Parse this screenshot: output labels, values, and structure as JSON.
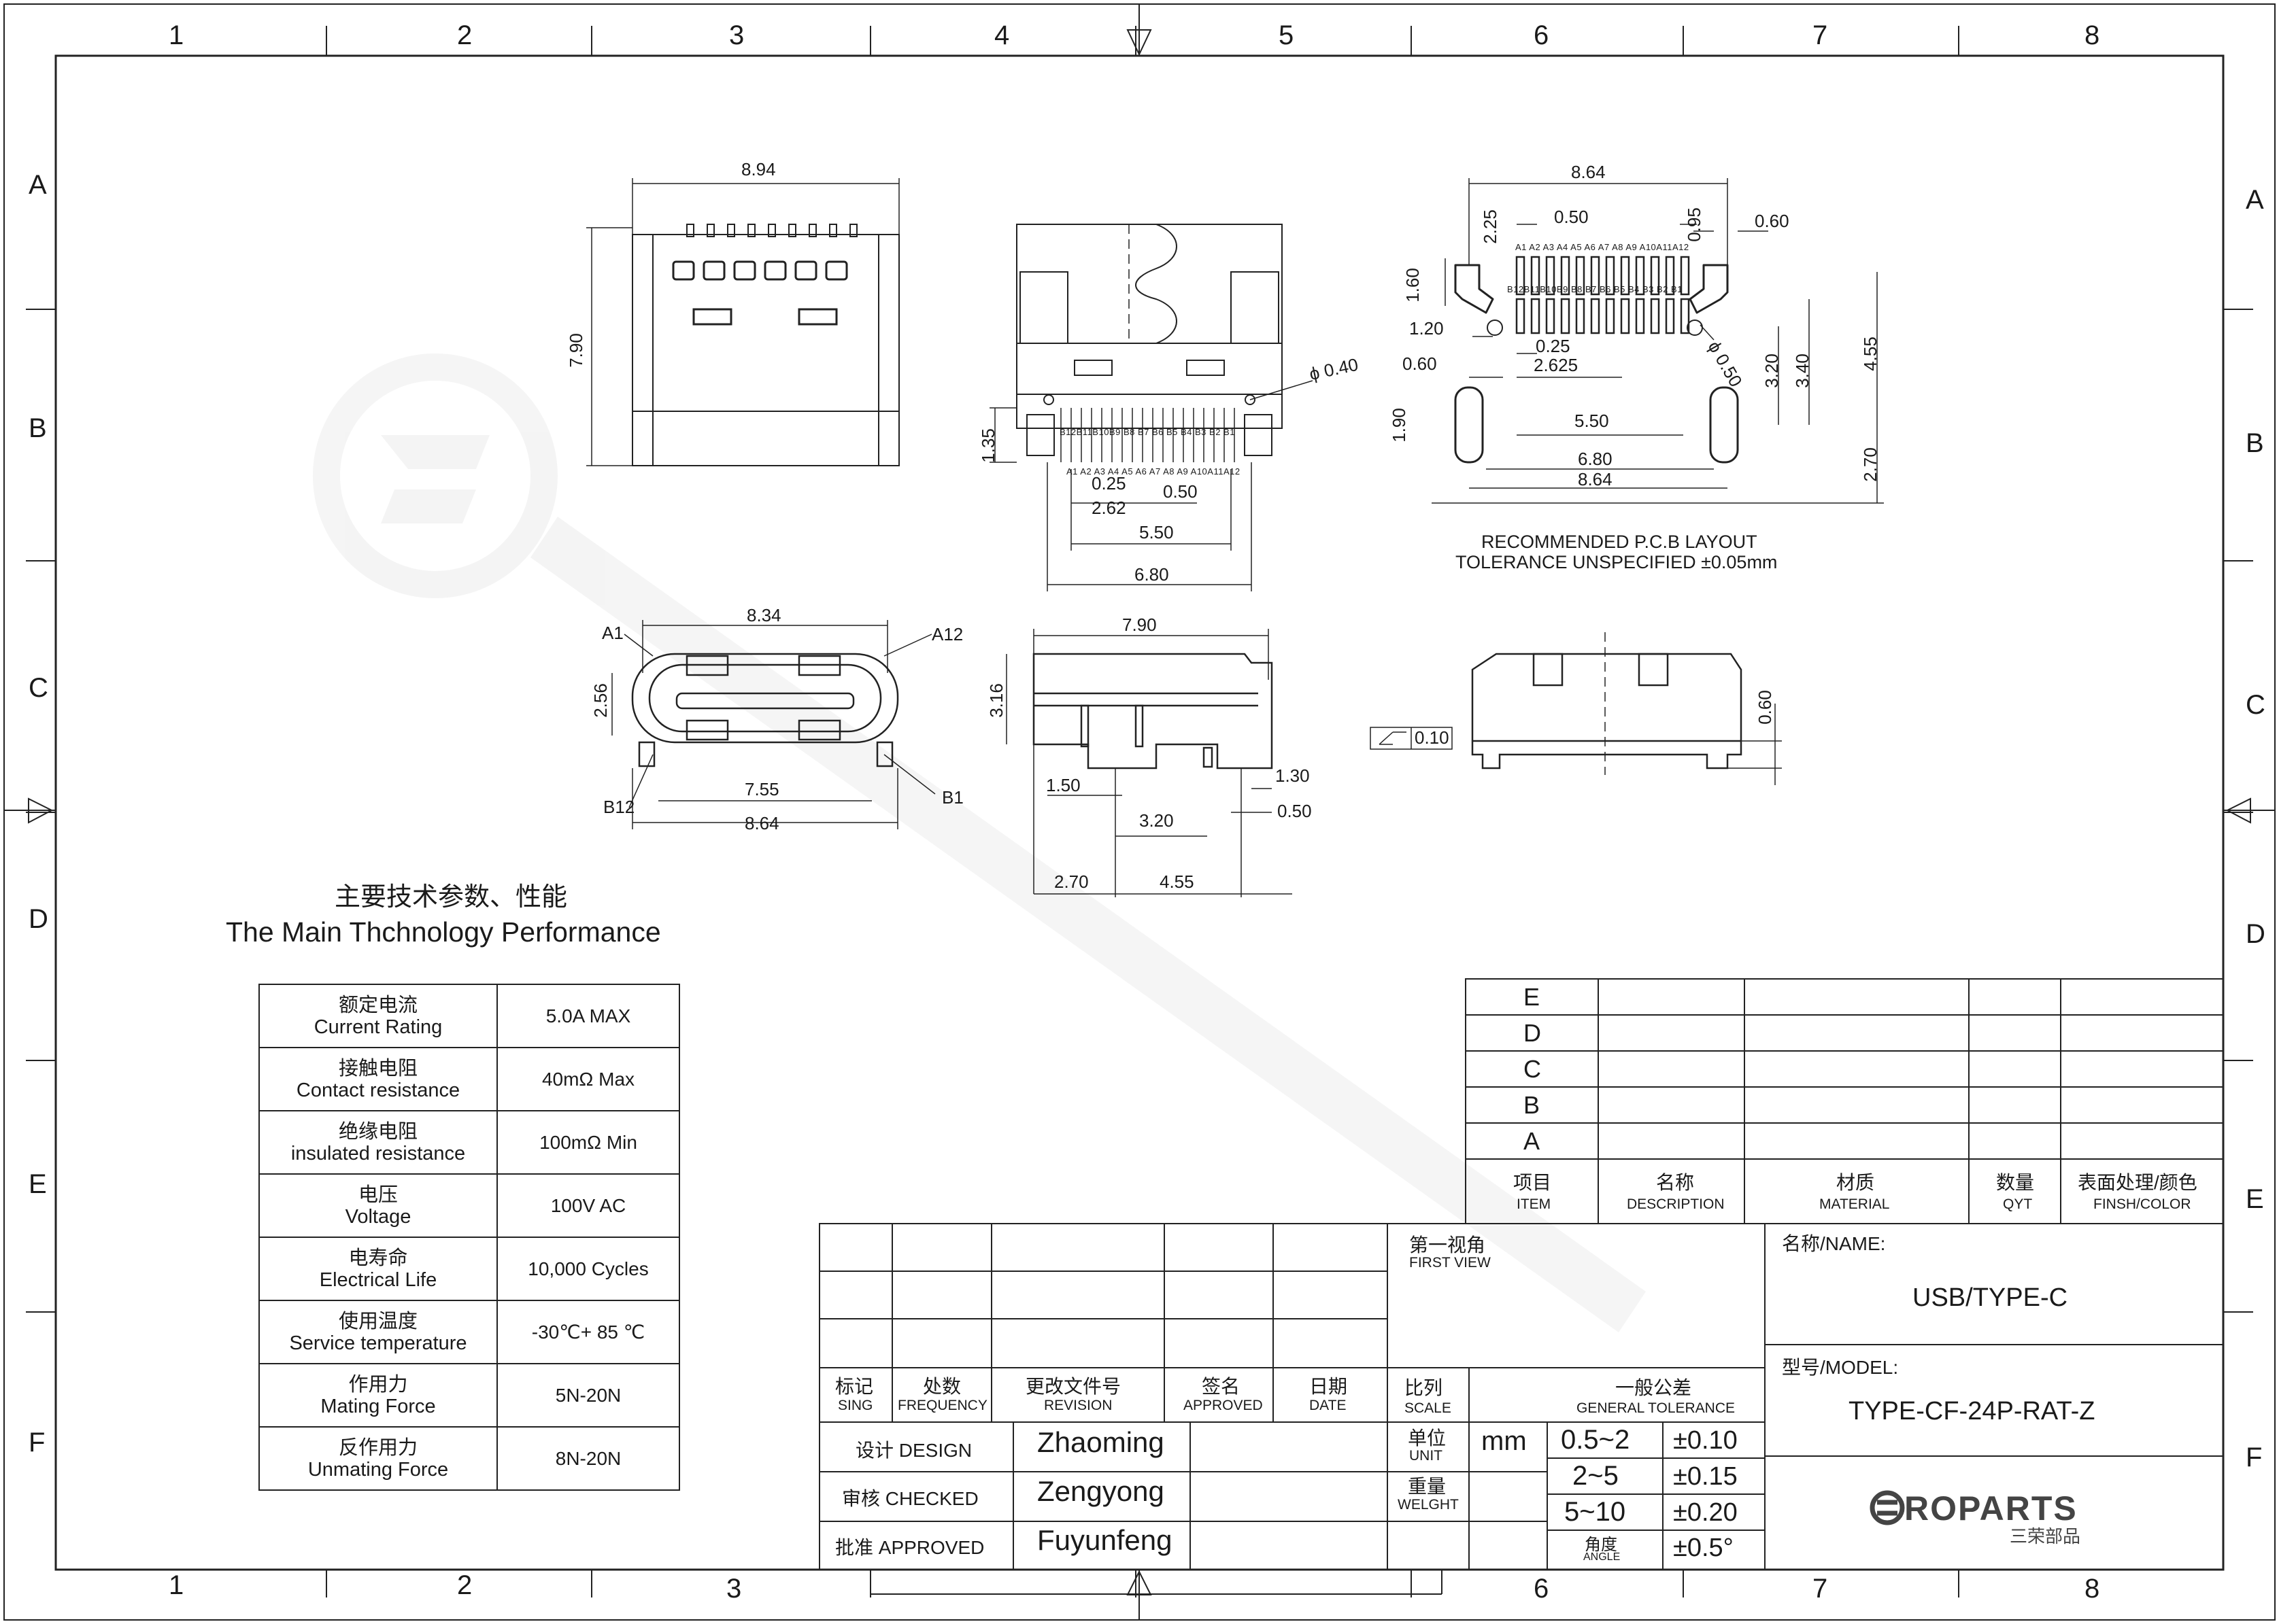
{
  "zones": {
    "columns": [
      "1",
      "2",
      "3",
      "4",
      "5",
      "6",
      "7",
      "8"
    ],
    "rows": [
      "A",
      "B",
      "C",
      "D",
      "E",
      "F"
    ]
  },
  "title_cn": "主要技术参数、性能",
  "title_en": "The Main Thchnology Performance",
  "specs": [
    {
      "cn": "额定电流",
      "en": "Current Rating",
      "value": "5.0A MAX"
    },
    {
      "cn": "接触电阻",
      "en": "Contact resistance",
      "value": "40mΩ Max"
    },
    {
      "cn": "绝缘电阻",
      "en": "insulated resistance",
      "value": "100mΩ Min"
    },
    {
      "cn": "电压",
      "en": "Voltage",
      "value": "100V AC"
    },
    {
      "cn": "电寿命",
      "en": "Electrical Life",
      "value": "10,000 Cycles"
    },
    {
      "cn": "使用温度",
      "en": "Service temperature",
      "value": "-30℃+ 85 ℃"
    },
    {
      "cn": "作用力",
      "en": "Mating Force",
      "value": "5N-20N"
    },
    {
      "cn": "反作用力",
      "en": "Unmating Force",
      "value": "8N-20N"
    }
  ],
  "dims": {
    "top_width": "8.94",
    "top_height": "7.90",
    "front_phi": "ϕ 0.40",
    "front_h": "1.35",
    "front_pitch": "0.25",
    "front_262": "2.62",
    "front_050": "0.50",
    "front_550": "5.50",
    "front_680": "6.80",
    "pcb_864_top": "8.64",
    "pcb_050": "0.50",
    "pcb_095": "0.95",
    "pcb_060": "0.60",
    "pcb_225": "2.25",
    "pcb_160": "1.60",
    "pcb_120": "1.20",
    "pcb_025": "0.25",
    "pcb_2625": "2.625",
    "pcb_phi050": "ϕ 0.50",
    "pcb_320": "3.20",
    "pcb_340": "3.40",
    "pcb_455": "4.55",
    "pcb_060b": "0.60",
    "pcb_190": "1.90",
    "pcb_550": "5.50",
    "pcb_680": "6.80",
    "pcb_864": "8.64",
    "pcb_270": "2.70",
    "end_834": "8.34",
    "end_256": "2.56",
    "end_755": "7.55",
    "end_864": "8.64",
    "side_790": "7.90",
    "side_316": "3.16",
    "side_150": "1.50",
    "side_130": "1.30",
    "side_320": "3.20",
    "side_050": "0.50",
    "side_270": "2.70",
    "side_455": "4.55",
    "back_060": "0.60",
    "flatness": "0.10"
  },
  "labels": {
    "a1": "A1",
    "a12": "A12",
    "b12": "B12",
    "b1": "B1"
  },
  "pins_top": "A1 A2 A3 A4 A5 A6 A7 A8 A9 A10A11A12",
  "pins_bottom": "B12B11B10B9 B8 B7 B6 B5 B4 B3 B2 B1",
  "pcb_note": [
    "RECOMMENDED P.C.B LAYOUT",
    "TOLERANCE UNSPECIFIED ±0.05mm"
  ],
  "bom": {
    "rows": [
      "E",
      "D",
      "C",
      "B",
      "A"
    ],
    "headers": [
      {
        "cn": "项目",
        "en": "ITEM"
      },
      {
        "cn": "名称",
        "en": "DESCRIPTION"
      },
      {
        "cn": "材质",
        "en": "MATERIAL"
      },
      {
        "cn": "数量",
        "en": "QYT"
      },
      {
        "cn": "表面处理/颜色",
        "en": "FINSH/COLOR"
      }
    ]
  },
  "revision_headers": [
    {
      "cn": "标记",
      "en": "SING"
    },
    {
      "cn": "处数",
      "en": "FREQUENCY"
    },
    {
      "cn": "更改文件号",
      "en": "REVISION"
    },
    {
      "cn": "签名",
      "en": "APPROVED"
    },
    {
      "cn": "日期",
      "en": "DATE"
    }
  ],
  "signoff": [
    {
      "role": "设计 DESIGN",
      "name": "Zhaoming"
    },
    {
      "role": "审核 CHECKED",
      "name": "Zengyong"
    },
    {
      "role": "批准 APPROVED",
      "name": "Fuyunfeng"
    }
  ],
  "view": {
    "cn": "第一视角",
    "en": "FIRST VIEW"
  },
  "scale": {
    "cn": "比列",
    "en": "SCALE"
  },
  "unit": {
    "cn": "单位",
    "en": "UNIT",
    "value": "mm"
  },
  "weight": {
    "cn": "重量",
    "en": "WELGHT"
  },
  "tolerance": {
    "cn": "一般公差",
    "en": "GENERAL TOLERANCE",
    "rows": [
      {
        "range": "0.5~2",
        "tol": "±0.10"
      },
      {
        "range": "2~5",
        "tol": "±0.15"
      },
      {
        "range": "5~10",
        "tol": "±0.20"
      }
    ],
    "angle_cn": "角度",
    "angle_en": "ANGLE",
    "angle_tol": "±0.5°"
  },
  "name_label": "名称/NAME:",
  "name_value": "USB/TYPE-C",
  "model_label": "型号/MODEL:",
  "model_value": "TYPE-CF-24P-RAT-Z",
  "logo_text": "ROPARTS",
  "logo_cn": "三荣部品"
}
